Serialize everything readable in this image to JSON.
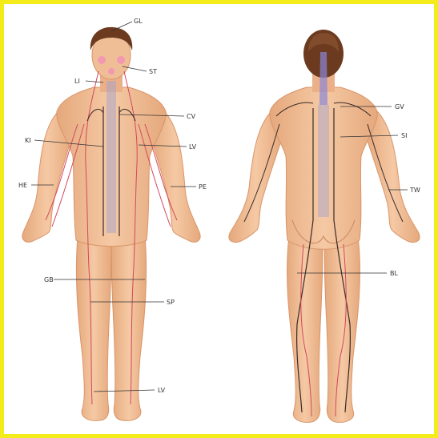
{
  "figure": {
    "colors": {
      "frame": "#f4ec1a",
      "background": "#ffffff",
      "skin": "#efb98f",
      "skin_shadow": "#d9956a",
      "hair": "#6b3a1f",
      "meridian_red": "#d4485e",
      "meridian_dark": "#3a2a2a",
      "meridian_violet": "#8a86d8",
      "leader": "#333333"
    },
    "front_labels": {
      "gl": "GL",
      "st": "ST",
      "li": "LI",
      "cv": "CV",
      "ki": "KI",
      "lv": "LV",
      "he": "HE",
      "pe": "PE",
      "gb": "GB",
      "sp": "SP",
      "lv_foot": "LV"
    },
    "back_labels": {
      "gv": "GV",
      "si": "SI",
      "tw": "TW",
      "bl": "BL"
    }
  }
}
